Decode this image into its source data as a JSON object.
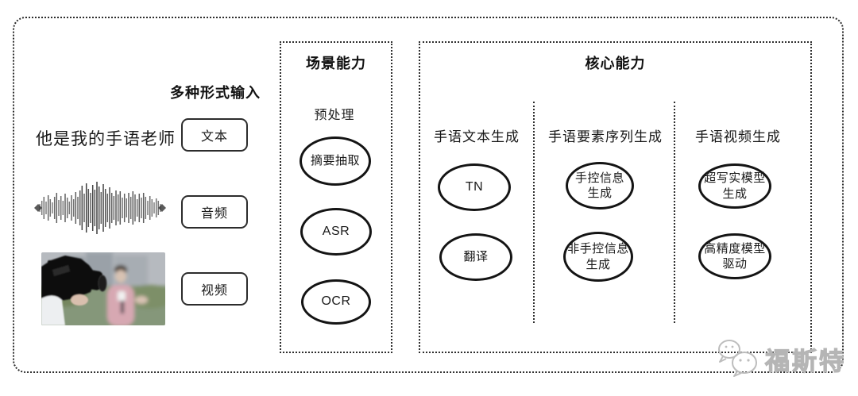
{
  "input_section": {
    "title": "多种形式输入",
    "text_sample": "他是我的手语老师",
    "items": [
      {
        "label": "文本"
      },
      {
        "label": "音频"
      },
      {
        "label": "视频"
      }
    ],
    "media": [
      {
        "name": "audio-waveform"
      },
      {
        "name": "reporter-photo"
      }
    ]
  },
  "scene_panel": {
    "title": "场景能力",
    "subtitle": "预处理",
    "nodes": [
      "摘要抽取",
      "ASR",
      "OCR"
    ]
  },
  "core_panel": {
    "title": "核心能力",
    "columns": [
      {
        "header": "手语文本生成",
        "nodes": [
          "TN",
          "翻译"
        ]
      },
      {
        "header": "手语要素序列生成",
        "nodes": [
          "手控信息\n生成",
          "非手控信息\n生成"
        ]
      },
      {
        "header": "手语视频生成",
        "nodes": [
          "超写实模型\n生成",
          "高精度模型\n驱动"
        ]
      }
    ]
  },
  "watermark": {
    "label": "福斯特",
    "icon": "wechat-icon",
    "color": "#b5b5b5"
  },
  "colors": {
    "line": "#2e2e2e",
    "node_border": "#141414",
    "background": "#ffffff"
  }
}
